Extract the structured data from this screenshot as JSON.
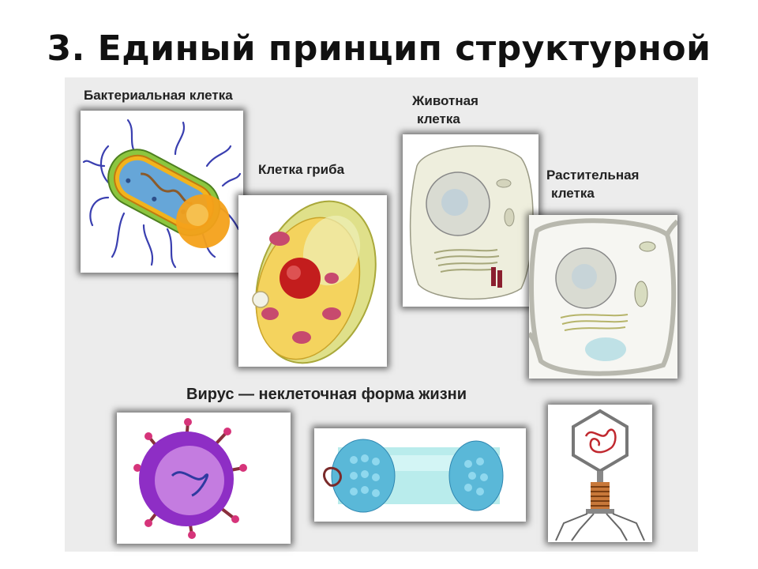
{
  "slide": {
    "title": "3. Единый принцип структурной"
  },
  "labels": {
    "bacterial": "Бактериальная клетка",
    "fungal": "Клетка гриба",
    "animal_line1": "Животная",
    "animal_line2": "клетка",
    "plant_line1": "Растительная",
    "plant_line2": "клетка",
    "virus": "Вирус — неклеточная форма жизни"
  }
}
